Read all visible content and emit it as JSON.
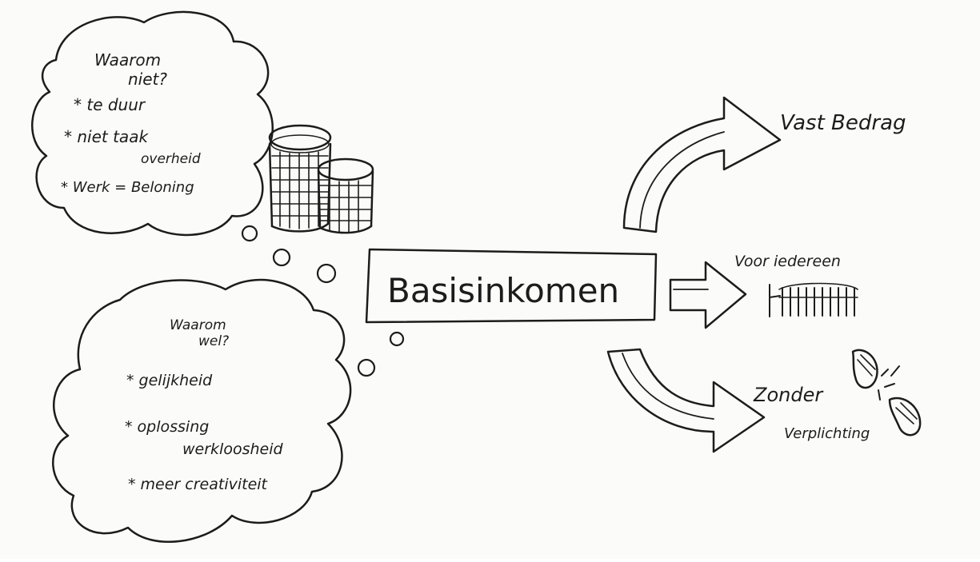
{
  "diagram": {
    "center_label": "Basisinkomen",
    "cloud_top": {
      "title_line1": "Waarom",
      "title_line2": "niet?",
      "item1": "* te duur",
      "item2_line1": "* niet taak",
      "item2_line2": "overheid",
      "item3": "* Werk = Beloning"
    },
    "cloud_bottom": {
      "title_line1": "Waarom",
      "title_line2": "wel?",
      "item1": "* gelijkheid",
      "item2_line1": "* oplossing",
      "item2_line2": "werkloosheid",
      "item3": "* meer creativiteit"
    },
    "branches": {
      "top": "Vast Bedrag",
      "middle": "Voor iedereen",
      "bottom_line1": "Zonder",
      "bottom_line2": "Verplichting"
    }
  }
}
